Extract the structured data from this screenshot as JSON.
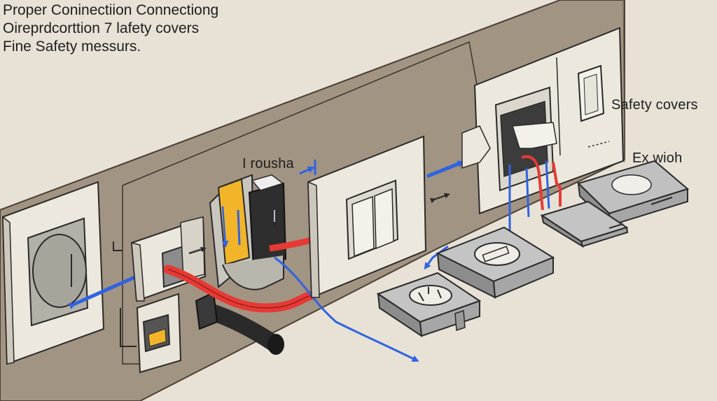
{
  "title": {
    "lines": [
      "Proper Coninectiion Connectiong",
      "Oireprdcorttion 7 lafety covers",
      "Fine Safety messurs."
    ]
  },
  "labels": {
    "safety_covers": "Safety covers",
    "ex_wioh": "Ex wioh",
    "rousha": "I rousha"
  },
  "colors": {
    "wall": "#a29482",
    "wall_dark": "#8f8272",
    "floor": "#e7e1d6",
    "plate": "#ece8dd",
    "cover_gray": "#9c9c9c",
    "wire_red": "#e63a35",
    "wire_blue": "#2f63e0",
    "wire_yellow": "#f2b52a",
    "cable_black": "#2a2a2a"
  }
}
